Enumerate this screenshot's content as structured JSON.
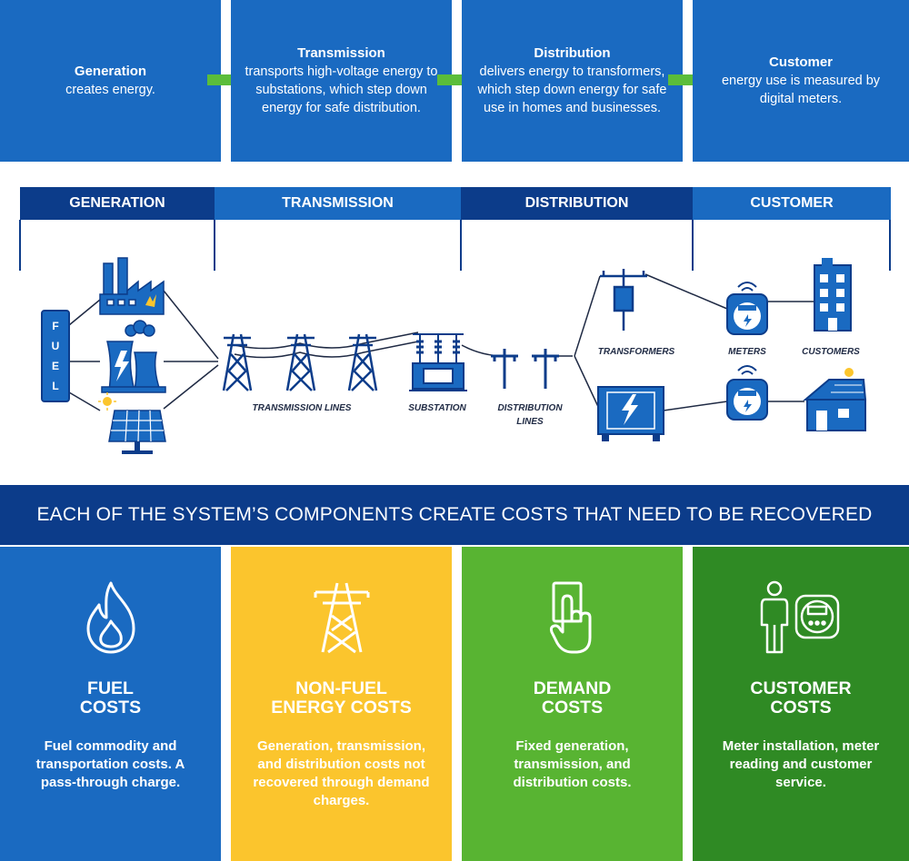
{
  "process": [
    {
      "title": "Generation",
      "desc": "creates energy."
    },
    {
      "title": "Transmission",
      "desc": "transports high-voltage energy to substations, which step down energy for safe distribution."
    },
    {
      "title": "Distribution",
      "desc": "delivers energy to transformers, which step down energy for safe use in homes and businesses."
    },
    {
      "title": "Customer",
      "desc": "energy use is measured by digital meters."
    }
  ],
  "stages": [
    "GENERATION",
    "TRANSMISSION",
    "DISTRIBUTION",
    "CUSTOMER"
  ],
  "diagram": {
    "fuel_label": [
      "F",
      "U",
      "E",
      "L"
    ],
    "transmission_lines": "TRANSMISSION LINES",
    "substation": "SUBSTATION",
    "distribution_lines_1": "DISTRIBUTION",
    "distribution_lines_2": "LINES",
    "transformers": "TRANSFORMERS",
    "meters": "METERS",
    "customers": "CUSTOMERS"
  },
  "banner": "EACH OF THE SYSTEM’S COMPONENTS CREATE COSTS THAT NEED TO BE RECOVERED",
  "costs": [
    {
      "title1": "FUEL",
      "title2": "COSTS",
      "desc": "Fuel commodity and transportation costs. A pass-through charge.",
      "icon": "flame-icon"
    },
    {
      "title1": "NON-FUEL",
      "title2": "ENERGY COSTS",
      "desc": "Generation, transmission, and distribution costs not recovered through demand charges.",
      "icon": "transmission-tower-icon"
    },
    {
      "title1": "DEMAND",
      "title2": "COSTS",
      "desc": "Fixed generation, transmission, and distribution costs.",
      "icon": "hand-switch-icon"
    },
    {
      "title1": "CUSTOMER",
      "title2": "COSTS",
      "desc": "Meter installation, meter reading and customer service.",
      "icon": "person-meter-icon"
    }
  ],
  "colors": {
    "blue": "#1a6ac1",
    "navy": "#0c3c8a",
    "yellow": "#fbc52d",
    "green": "#58b432",
    "dark_green": "#2f8a24",
    "arrow_green": "#5bbd3a"
  }
}
